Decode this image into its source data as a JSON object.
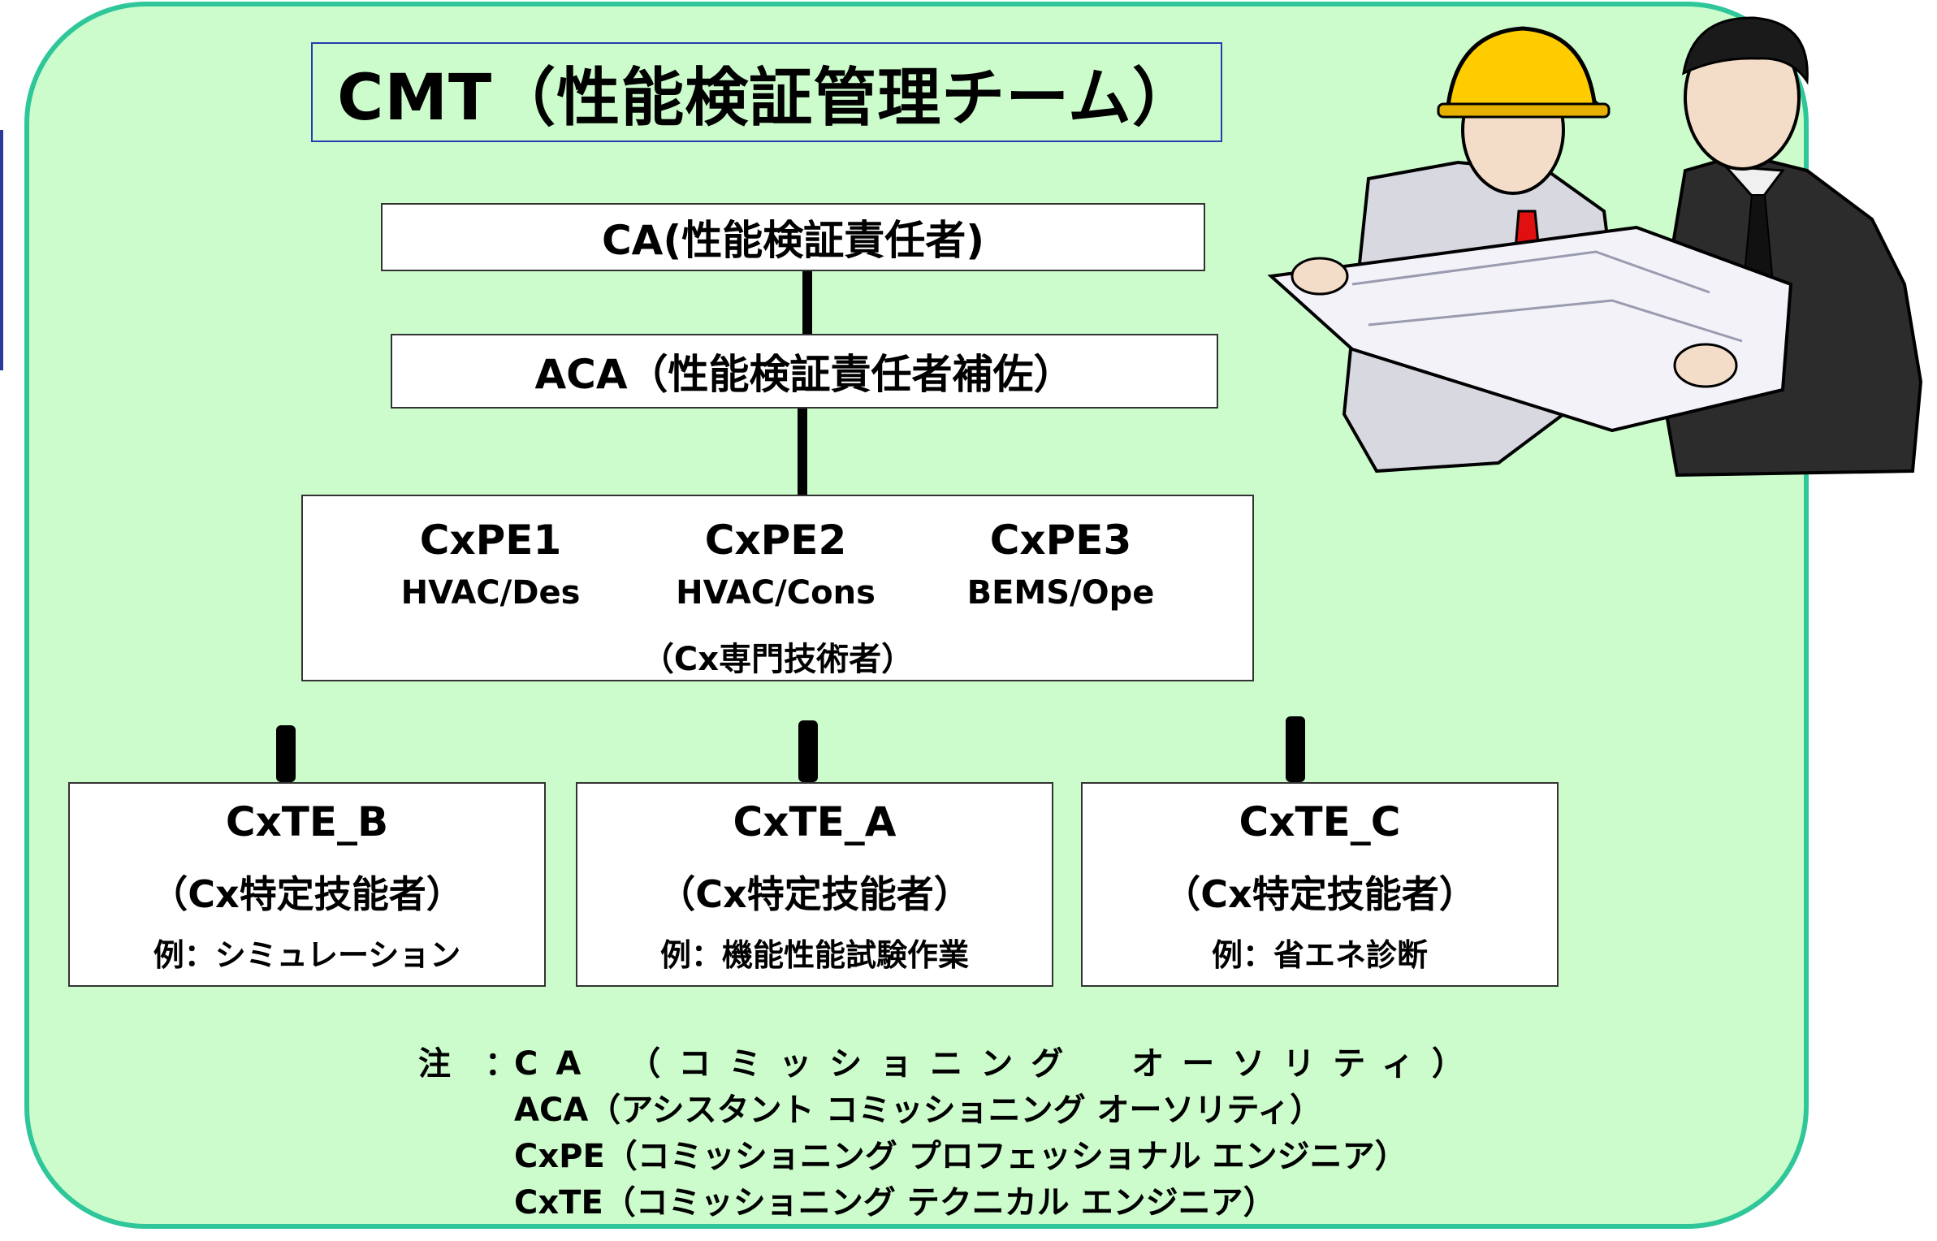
{
  "title": "CMT（性能検証管理チーム）",
  "ca": "CA(性能検証責任者)",
  "aca": "ACA（性能検証責任者補佐）",
  "cxpe": {
    "members": [
      {
        "name": "CxPE1",
        "role": "HVAC/Des"
      },
      {
        "name": "CxPE2",
        "role": "HVAC/Cons"
      },
      {
        "name": "CxPE3",
        "role": "BEMS/Ope"
      }
    ],
    "subtitle": "（Cx専門技術者）"
  },
  "cxte": [
    {
      "name": "CxTE_B",
      "subtitle": "（Cx特定技能者）",
      "example": "例：シミュレーション"
    },
    {
      "name": "CxTE_A",
      "subtitle": "（Cx特定技能者）",
      "example": "例：機能性能試験作業"
    },
    {
      "name": "CxTE_C",
      "subtitle": "（Cx特定技能者）",
      "example": "例：省エネ診断"
    }
  ],
  "notes": {
    "prefix": "注 ：",
    "lines": [
      "CA （コミッショニング　オーソリティ）",
      "ACA（アシスタント コミッショニング オーソリティ）",
      "CxPE（コミッショニング プロフェッショナル エンジニア）",
      "CxTE（コミッショニング テクニカル エンジニア）"
    ]
  },
  "colors": {
    "panel_fill": "#ccfccc",
    "panel_border": "#2fc79a",
    "title_border": "#2a3ab0"
  },
  "clipart_name": "two-engineers-reviewing-blueprint-illustration"
}
